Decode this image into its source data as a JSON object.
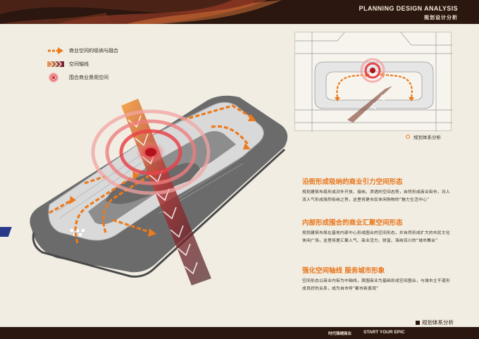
{
  "header": {
    "title_en": "PLANNING DESIGN   ANALYSIS",
    "title_cn": "规划设计分析"
  },
  "legend": {
    "items": [
      {
        "label": "商业空间的吸纳与融合",
        "icon": "orange-arrow-icon"
      },
      {
        "label": "空间轴线",
        "icon": "chevron-axis-icon"
      },
      {
        "label": "围合商业景观空间",
        "icon": "concentric-rings-icon"
      }
    ]
  },
  "keymap": {
    "caption": "规划体系分析"
  },
  "sections": [
    {
      "title": "沿街形成吸纳的商业引力空间形态",
      "body": "规划建筑布局形成对外开放、接纳、渗透的空间态势，自然形成商业街市，对人流人气形成强烈吸纳之势，这里将是市民休闲购物的“魅力生活中心”"
    },
    {
      "title": "内部形成围合的商业汇聚空间形态",
      "body": "规划建筑布局在基地内部中心形成围合的空间形态，并自然形成扩大的市民文化休闲广场，这里将是汇聚人气、商业活力、财富、海纳百川的“城市舞台”"
    },
    {
      "title": "强化空间轴线  服务城市形象",
      "body": "空间形态以商业内街为中轴线，周围商业为基础形成空间围合，与城市主干道形成良好的关系，成为自市呼“都市新景观”"
    }
  ],
  "footer": {
    "brand_cn": "时代锦绣商业",
    "brand_en": "START YOUR EPIC",
    "page_label": "规划体系分析"
  },
  "colors": {
    "band": "#2b1710",
    "accent": "#e8751a",
    "ring": "#e8434a",
    "background": "#f1ede2"
  }
}
